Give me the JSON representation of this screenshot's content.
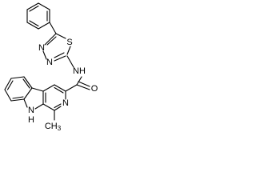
{
  "molecule": {
    "atom_labels": {
      "N_thiadiazole_left": "N",
      "N_thiadiazole_right": "N",
      "S_thiadiazole": "S",
      "N_amide": "NH",
      "O_carbonyl": "O",
      "N_pyridine": "N",
      "N_indole": "NH",
      "methyl": "CH3"
    },
    "methyl_display": "CH",
    "methyl_subscript": "3",
    "indole_h": "H",
    "indole_n": "N"
  }
}
